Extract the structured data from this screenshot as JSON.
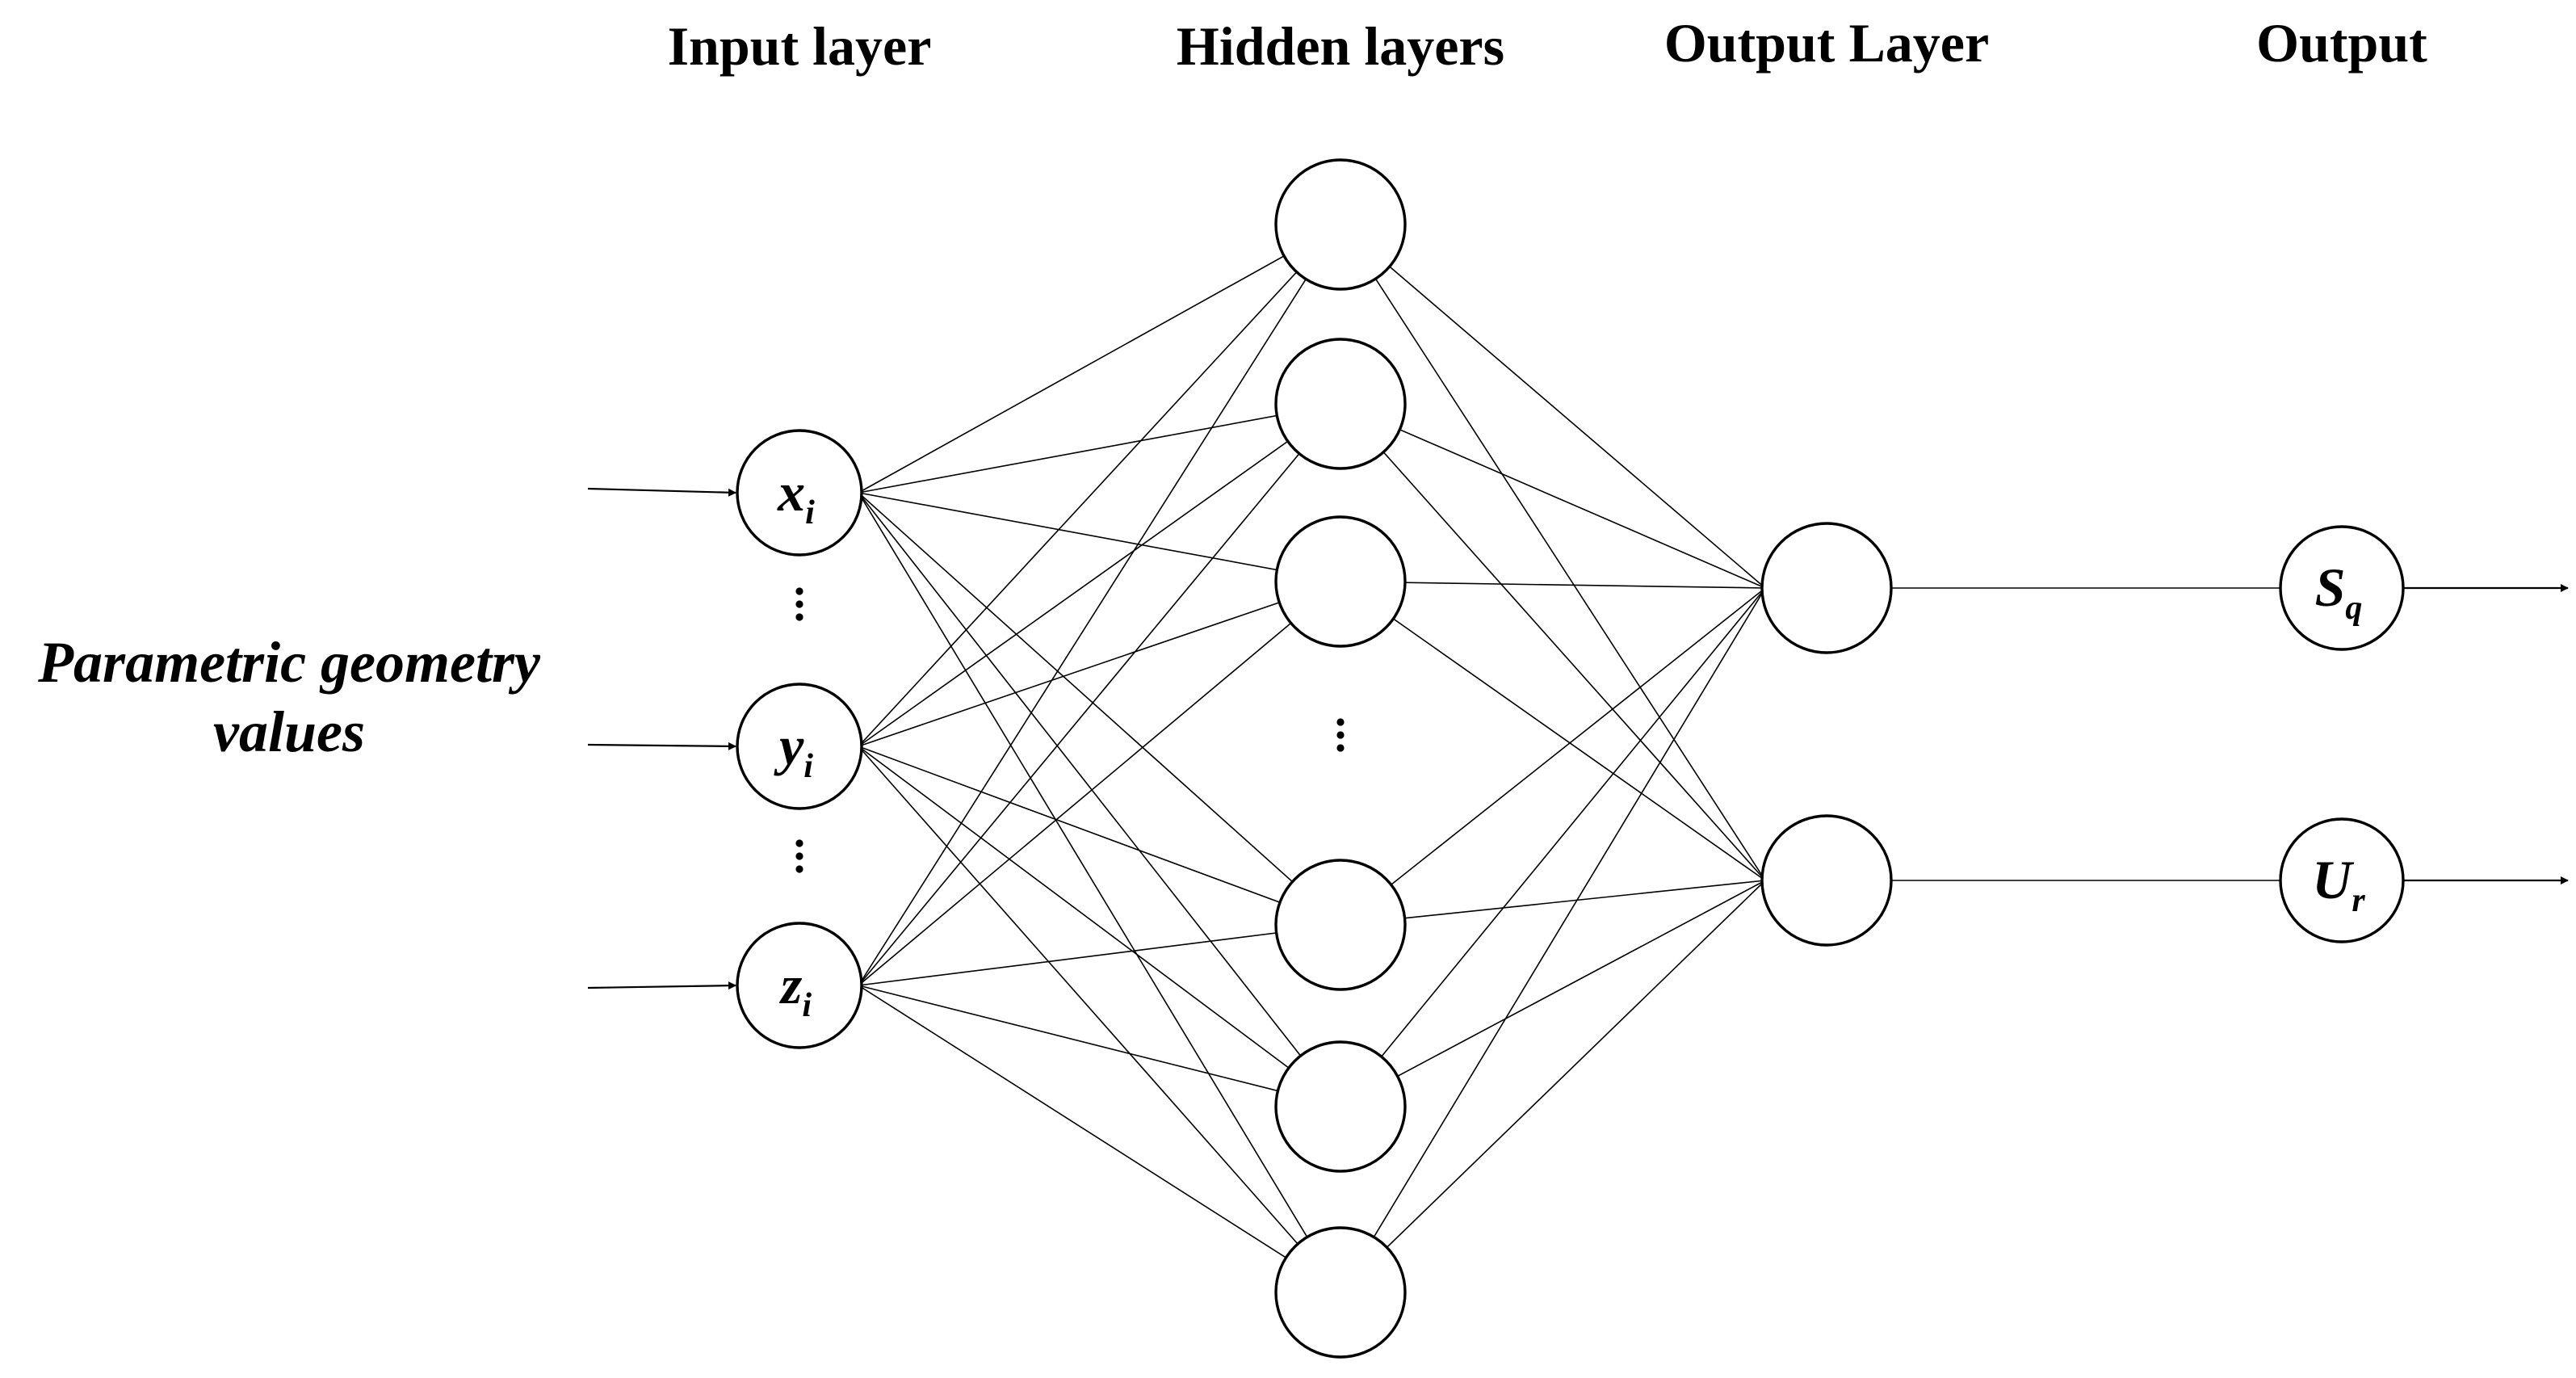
{
  "titles": {
    "input_layer": "Input layer",
    "hidden_layers": "Hidden layers",
    "output_layer": "Output Layer",
    "output": "Output"
  },
  "side_label": {
    "line1": "Parametric geometry",
    "line2": "values"
  },
  "input_nodes": [
    {
      "main": "x",
      "sub": "i"
    },
    {
      "main": "y",
      "sub": "i"
    },
    {
      "main": "z",
      "sub": "i"
    }
  ],
  "output_nodes": [
    {
      "main": "S",
      "sub": "q"
    },
    {
      "main": "U",
      "sub": "r"
    }
  ],
  "hidden_node_count": 6,
  "output_layer_node_count": 2,
  "colors": {
    "line": "#000000",
    "background": "#ffffff"
  }
}
